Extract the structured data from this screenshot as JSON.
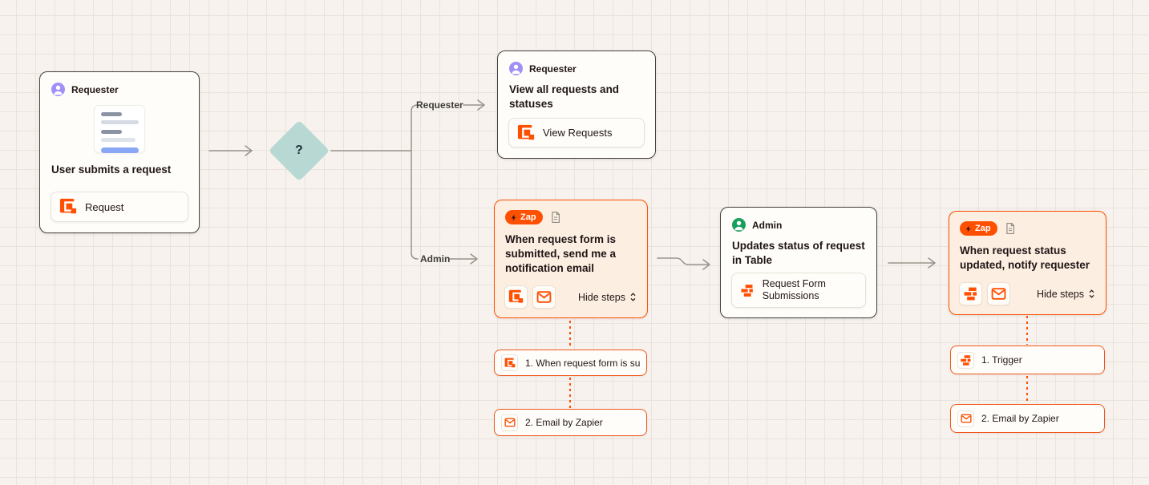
{
  "colors": {
    "orange": "#ff4f00",
    "zap_card_bg": "#fcefe2",
    "diamond": "#b7d8d3",
    "requester_avatar": "#a08ff5",
    "admin_avatar": "#17a05d",
    "connector": "#97948b"
  },
  "edges": {
    "requester_label": "Requester",
    "admin_label": "Admin"
  },
  "decision": {
    "label": "?"
  },
  "nodes": {
    "request_form": {
      "persona": "Requester",
      "title": "User submits a request",
      "app_label": "Request",
      "app_icon": "interfaces-icon"
    },
    "view_requests": {
      "persona": "Requester",
      "title": "View all requests and statuses",
      "app_label": "View Requests",
      "app_icon": "interfaces-icon"
    },
    "zap_admin_notify": {
      "badge": "Zap",
      "title": "When request form is submitted, send me a notification email",
      "toggle_label": "Hide steps",
      "app_icons": [
        "interfaces-icon",
        "email-icon"
      ],
      "steps": [
        "1. When request form is su…",
        "2. Email by Zapier"
      ]
    },
    "admin_updates": {
      "persona": "Admin",
      "title": "Updates status of request in Table",
      "app_label": "Request Form Submissions",
      "app_icon": "tables-icon"
    },
    "zap_requester_notify": {
      "badge": "Zap",
      "title": "When request status updated, notify requester",
      "toggle_label": "Hide steps",
      "app_icons": [
        "tables-icon",
        "email-icon"
      ],
      "steps": [
        "1. Trigger",
        "2. Email by Zapier"
      ]
    }
  }
}
